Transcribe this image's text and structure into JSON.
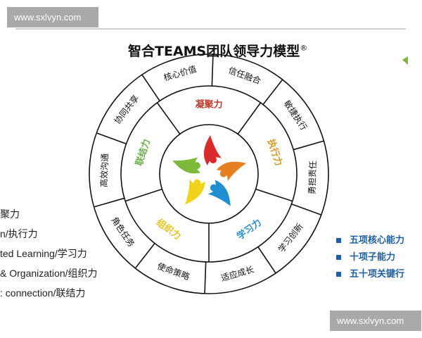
{
  "watermarks": {
    "top": "www.sxlvyn.com",
    "bottom": "www.sxlvyn.com"
  },
  "title": {
    "text": "智合TEAMS团队领导力模型",
    "mark": "®"
  },
  "diagram": {
    "inner_ring": [
      {
        "label": "凝聚力",
        "color": "#c0392b"
      },
      {
        "label": "执行力",
        "color": "#d99a2b"
      },
      {
        "label": "学习力",
        "color": "#2a8fc7"
      },
      {
        "label": "组织力",
        "color": "#e8c41e"
      },
      {
        "label": "联结力",
        "color": "#6ab04c"
      }
    ],
    "outer_ring": [
      "核心价值",
      "信任融合",
      "敏捷执行",
      "勇担责任",
      "学习创新",
      "适应成长",
      "使命策略",
      "角色任务",
      "高效沟通",
      "协同共享"
    ],
    "logo_colors": [
      "#d92b2b",
      "#e67e22",
      "#1f8fcf",
      "#f1d21a",
      "#7cb83a"
    ]
  },
  "left_list": [
    "聚力",
    "n/执行力",
    "ted Learning/学习力",
    "& Organization/组织力",
    ": connection/联结力"
  ],
  "right_list": [
    "五项核心能力",
    "十项子能力",
    "五十项关键行"
  ]
}
